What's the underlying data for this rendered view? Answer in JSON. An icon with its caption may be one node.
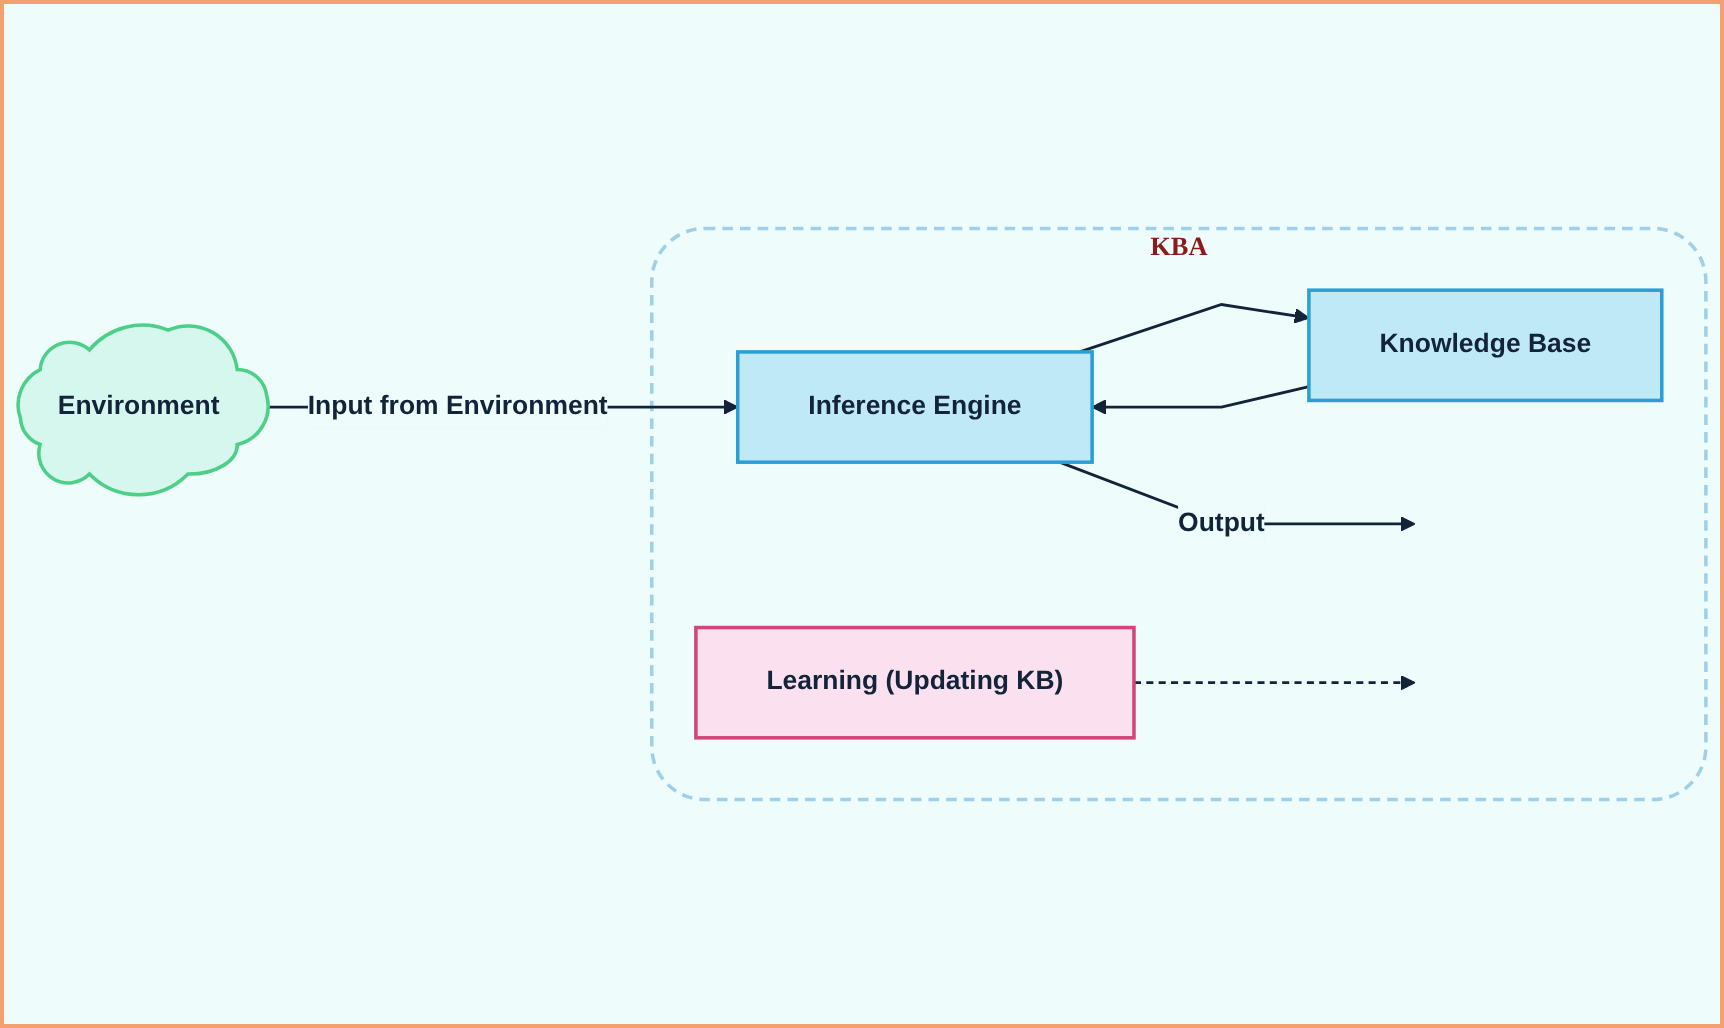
{
  "diagram": {
    "nodes": [
      {
        "text": [
          "KBA"
        ]
      },
      {
        "text": [
          "Environment"
        ]
      },
      {
        "text": [
          "Inference Engine"
        ],
        "in": 0
      },
      {
        "text": [
          "Knowledge Base"
        ],
        "in": 0
      },
      {
        "text": [
          "Learning (Updating KB)"
        ],
        "in": 0
      }
    ],
    "edges": [
      {
        "from": 1,
        "to": 2,
        "arrow": "to",
        "label": "Input from Environment"
      },
      {
        "from": 2,
        "to": null,
        "arrow": "to",
        "label": "Output"
      },
      {
        "from": 2,
        "to": 3,
        "arrow": "to"
      },
      {
        "from": 3,
        "to": 2,
        "arrow": "to"
      },
      {
        "from": 4,
        "to": null,
        "arrow": "to",
        "style": "dashed"
      }
    ]
  }
}
